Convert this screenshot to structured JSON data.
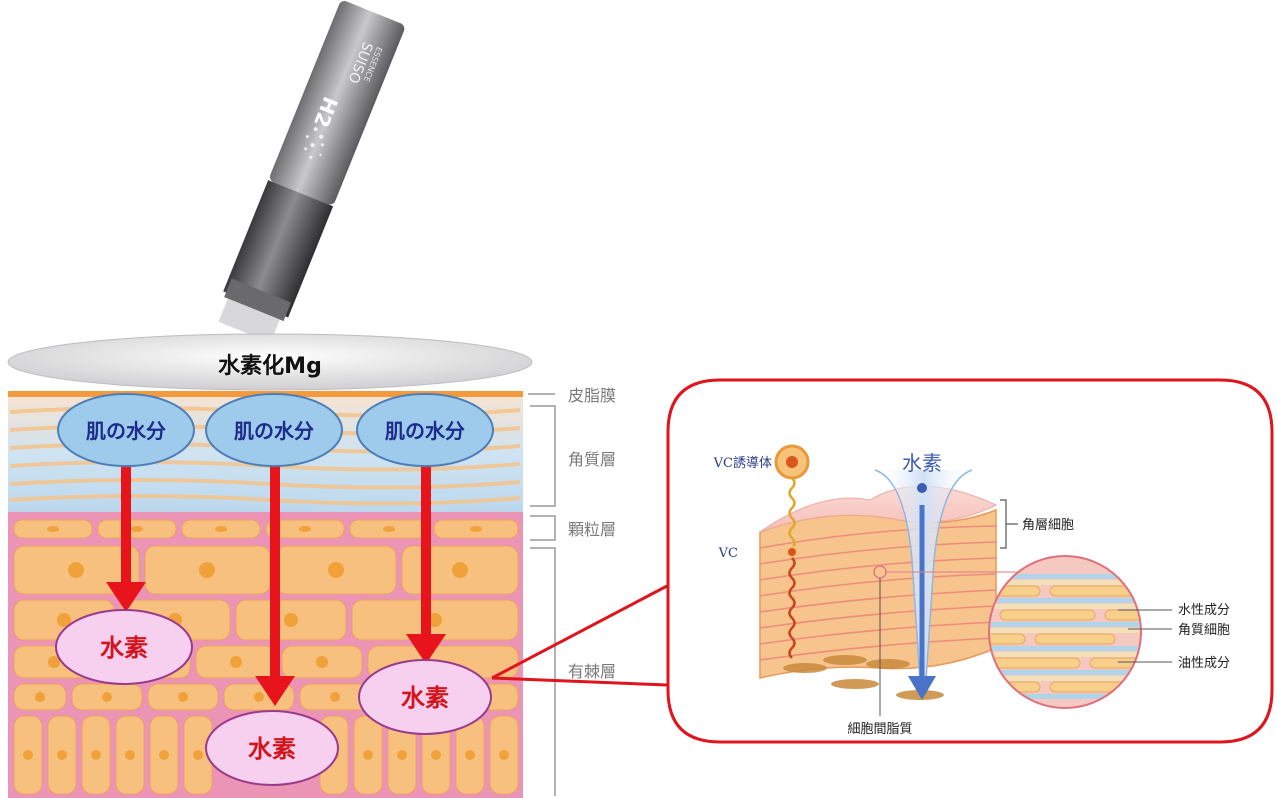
{
  "device": {
    "brand_text": "SUISO",
    "brand_sub": "ESSENCE",
    "logo_text": "H2"
  },
  "mg_label": "水素化Mg",
  "skin_layers": [
    {
      "key": "sebum",
      "label": "皮脂膜"
    },
    {
      "key": "stratum_corneum",
      "label": "角質層"
    },
    {
      "key": "granular",
      "label": "顆粒層"
    },
    {
      "key": "spinous",
      "label": "有棘層"
    }
  ],
  "moisture_bubbles": [
    "肌の水分",
    "肌の水分",
    "肌の水分"
  ],
  "hydrogen_bubbles": [
    "水素",
    "水素",
    "水素"
  ],
  "inset": {
    "vc_derivative": "VC誘導体",
    "vc": "VC",
    "hydrogen": "水素",
    "corneocyte_top": "角層細胞",
    "water_component": "水性成分",
    "corneocyte": "角質細胞",
    "oil_component": "油性成分",
    "intercellular_lipid": "細胞間脂質"
  },
  "colors": {
    "arrow_red": "#e8141c",
    "bubble_blue": "#9ecbec",
    "bubble_pink": "#f6d0ee",
    "dark_blue_text": "#1c2b8c",
    "red_text": "#d4141c",
    "skin_pink": "#ec94b6",
    "cell_orange": "#f7c07e",
    "sebum_orange": "#f29a3c"
  }
}
